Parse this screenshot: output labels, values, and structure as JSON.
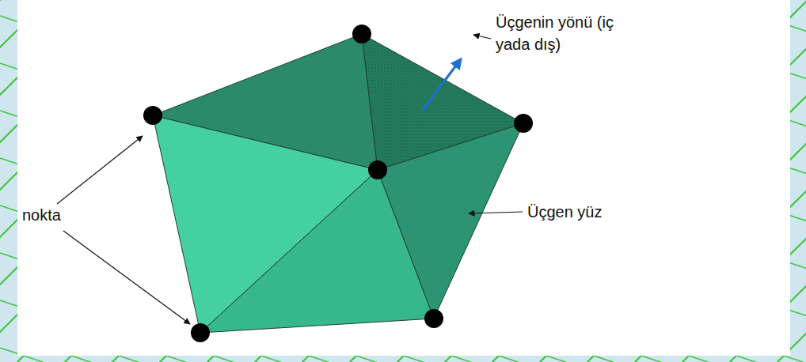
{
  "diagram": {
    "labels": [
      "Üçgenin yönü (iç yada dış)",
      "Üçgen yüz",
      "nokta"
    ]
  }
}
